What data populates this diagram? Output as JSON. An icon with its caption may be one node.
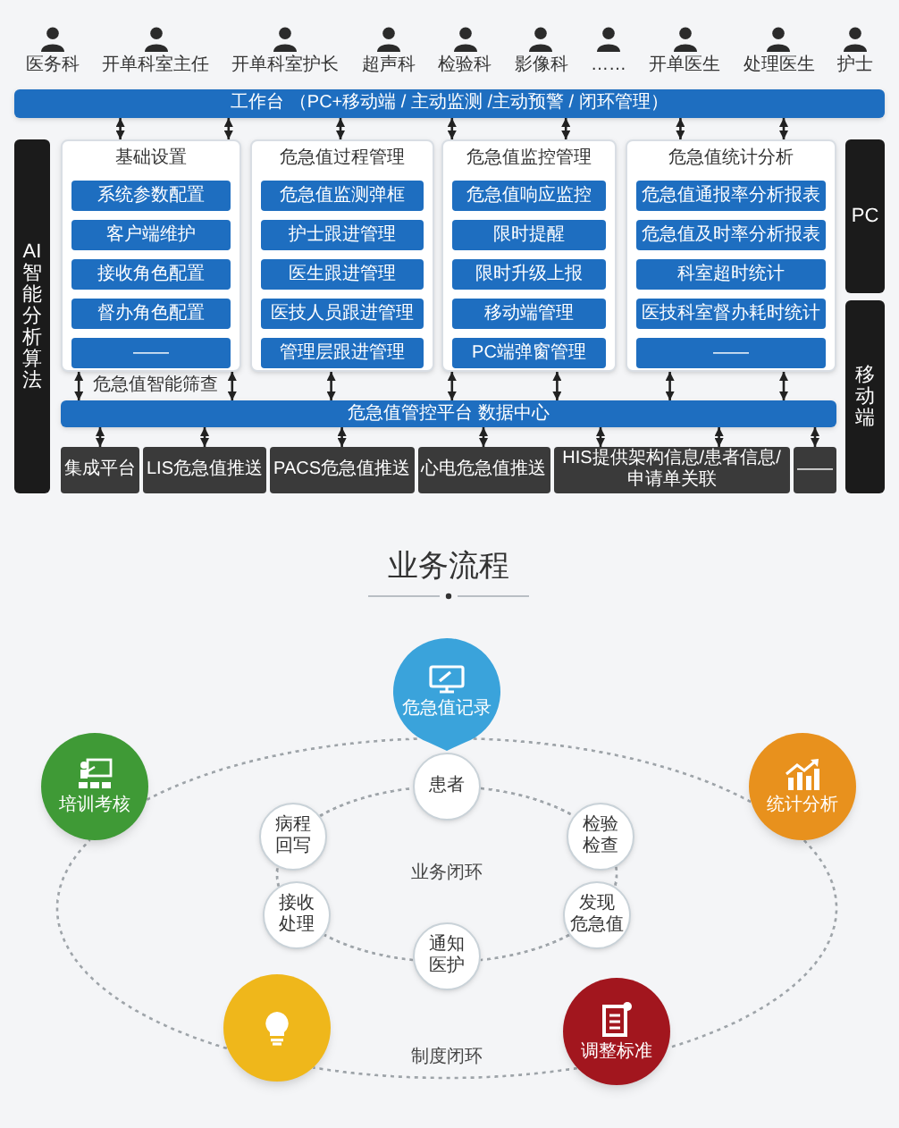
{
  "diagram": {
    "nodes": [
      {
        "text": [
          "工作台 （PC+移动端 / 主动监测 /主动预警 / 闭环管理）"
        ]
      },
      {
        "text": [
          "AI智能分析算法"
        ]
      },
      {
        "text": [
          "基础设置"
        ]
      },
      {
        "text": [
          "系统参数配置"
        ],
        "in": 2
      },
      {
        "text": [
          "客户端维护"
        ],
        "in": 2
      },
      {
        "text": [
          "接收角色配置"
        ],
        "in": 2
      },
      {
        "text": [
          "督办角色配置"
        ],
        "in": 2
      },
      {
        "text": [
          "——"
        ],
        "in": 2
      },
      {
        "text": [
          "危急值过程管理"
        ]
      },
      {
        "text": [
          "危急值监测弹框"
        ],
        "in": 8
      },
      {
        "text": [
          "护士跟进管理"
        ],
        "in": 8
      },
      {
        "text": [
          "医生跟进管理"
        ],
        "in": 8
      },
      {
        "text": [
          "医技人员跟进管理"
        ],
        "in": 8
      },
      {
        "text": [
          "管理层跟进管理"
        ],
        "in": 8
      },
      {
        "text": [
          "危急值监控管理"
        ]
      },
      {
        "text": [
          "危急值响应监控"
        ],
        "in": 14
      },
      {
        "text": [
          "限时提醒"
        ],
        "in": 14
      },
      {
        "text": [
          "限时升级上报"
        ],
        "in": 14
      },
      {
        "text": [
          "移动端管理"
        ],
        "in": 14
      },
      {
        "text": [
          "PC端弹窗管理"
        ],
        "in": 14
      },
      {
        "text": [
          "危急值统计分析"
        ]
      },
      {
        "text": [
          "危急值通报率分析报表"
        ],
        "in": 20
      },
      {
        "text": [
          "危急值及时率分析报表"
        ],
        "in": 20
      },
      {
        "text": [
          "科室超时统计"
        ],
        "in": 20
      },
      {
        "text": [
          "医技科室督办耗时统计"
        ],
        "in": 20
      },
      {
        "text": [
          "——"
        ],
        "in": 20
      },
      {
        "text": [
          "PC"
        ]
      },
      {
        "text": [
          "移动端"
        ]
      },
      {
        "text": [
          "危急值管控平台 数据中心"
        ]
      },
      {
        "text": [
          "集成平台"
        ]
      },
      {
        "text": [
          "LIS危急值推送"
        ]
      },
      {
        "text": [
          "PACS危急值推送"
        ]
      },
      {
        "text": [
          "心电危急值推送"
        ]
      },
      {
        "text": [
          "HIS提供架构信息/患者信息/申请单关联"
        ]
      },
      {
        "text": [
          "——"
        ]
      },
      {
        "text": [
          "危急值记录"
        ]
      },
      {
        "text": [
          "培训考核"
        ]
      },
      {
        "text": [
          "患者"
        ]
      },
      {
        "text": [
          "统计分析"
        ]
      },
      {
        "text": [
          "病程回写"
        ]
      },
      {
        "text": [
          "检验检查"
        ]
      },
      {
        "text": [
          "接收处理"
        ]
      },
      {
        "text": [
          "发现危急值"
        ]
      },
      {
        "text": [
          "通知医护"
        ]
      },
      {
        "text": [],
        "shape": "circle"
      },
      {
        "text": [
          "调整标准"
        ]
      }
    ],
    "edges": [
      {
        "from": 0,
        "to": 2,
        "arrow": "both"
      },
      {
        "from": 0,
        "to": 2,
        "arrow": "both"
      },
      {
        "from": 0,
        "to": 8,
        "arrow": "both"
      },
      {
        "from": 0,
        "to": 14,
        "arrow": "both"
      },
      {
        "from": 0,
        "to": 14,
        "arrow": "both"
      },
      {
        "from": 0,
        "to": 20,
        "arrow": "both"
      },
      {
        "from": 0,
        "to": 20,
        "arrow": "both"
      },
      {
        "from": 2,
        "to": 28,
        "arrow": "both"
      },
      {
        "from": 2,
        "to": 28,
        "arrow": "both"
      },
      {
        "from": 8,
        "to": 28,
        "arrow": "both"
      },
      {
        "from": 14,
        "to": 28,
        "arrow": "both"
      },
      {
        "from": 14,
        "to": 28,
        "arrow": "both"
      },
      {
        "from": 20,
        "to": 28,
        "arrow": "both"
      },
      {
        "from": 20,
        "to": 28,
        "arrow": "both"
      },
      {
        "from": 28,
        "to": 29,
        "arrow": "both"
      },
      {
        "from": 28,
        "to": 30,
        "arrow": "both"
      },
      {
        "from": 28,
        "to": 31,
        "arrow": "both"
      },
      {
        "from": 28,
        "to": 32,
        "arrow": "both"
      },
      {
        "from": 28,
        "to": 33,
        "arrow": "both"
      },
      {
        "from": 28,
        "to": 33,
        "arrow": "both"
      },
      {
        "from": 28,
        "to": 34,
        "arrow": "both"
      },
      {
        "from": 37,
        "to": 40,
        "arrow": "none",
        "style": "dashed",
        "color": "#9ea4a9"
      },
      {
        "from": 40,
        "to": 42,
        "arrow": "none",
        "style": "dashed",
        "color": "#9ea4a9"
      },
      {
        "from": 42,
        "to": 43,
        "arrow": "none",
        "style": "dashed",
        "color": "#9ea4a9"
      },
      {
        "from": 43,
        "to": 41,
        "arrow": "none",
        "style": "dashed",
        "color": "#9ea4a9"
      },
      {
        "from": 41,
        "to": 39,
        "arrow": "none",
        "style": "dashed",
        "color": "#9ea4a9"
      },
      {
        "from": 39,
        "to": 37,
        "arrow": "none",
        "style": "dashed",
        "color": "#9ea4a9"
      },
      {
        "from": 35,
        "to": 38,
        "arrow": "none",
        "style": "dashed",
        "color": "#9ea4a9"
      },
      {
        "from": 38,
        "to": 45,
        "arrow": "none",
        "style": "dashed",
        "color": "#9ea4a9"
      },
      {
        "from": 45,
        "to": 44,
        "arrow": "none",
        "style": "dashed",
        "color": "#9ea4a9"
      },
      {
        "from": 44,
        "to": 36,
        "arrow": "none",
        "style": "dashed",
        "color": "#9ea4a9"
      },
      {
        "from": 36,
        "to": 35,
        "arrow": "none",
        "style": "dashed",
        "color": "#9ea4a9"
      }
    ],
    "labels": [
      "医务科",
      "开单科室主任",
      "开单科室护长",
      "超声科",
      "检验科",
      "影像科",
      "……",
      "开单医生",
      "处理医生",
      "护士",
      "危急值智能筛查",
      "业务流程",
      "业务闭环",
      "制度闭环"
    ]
  }
}
